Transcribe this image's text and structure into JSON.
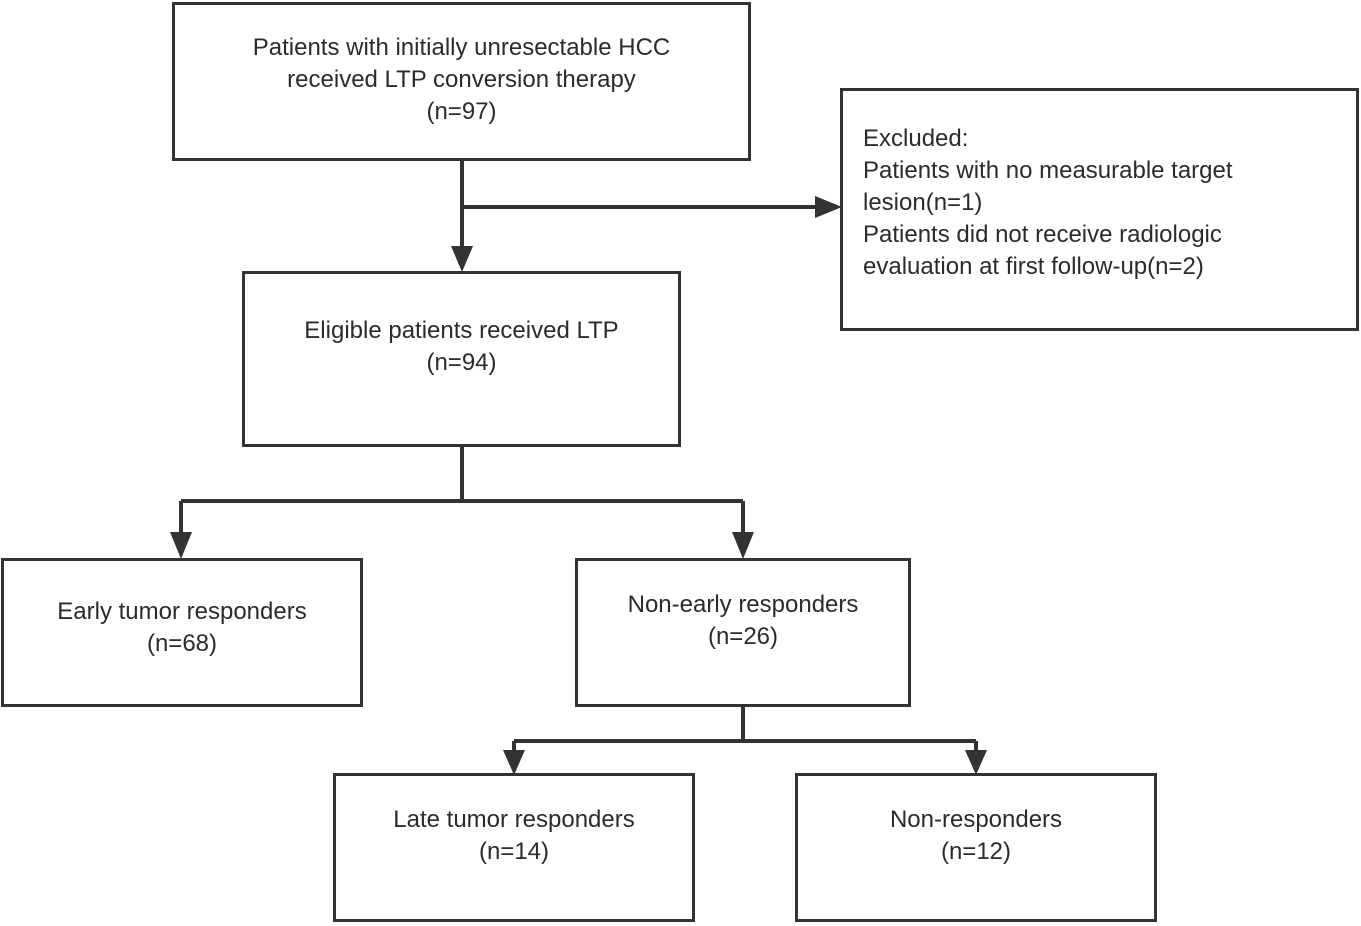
{
  "flowchart": {
    "initial": {
      "lines": [
        "Patients with initially unresectable HCC",
        "received LTP conversion therapy",
        "(n=97)"
      ]
    },
    "excluded": {
      "lines": [
        "Excluded:",
        "Patients with no measurable target",
        "lesion(n=1)",
        "Patients did not receive radiologic",
        "evaluation at first follow-up(n=2)"
      ]
    },
    "eligible": {
      "lines": [
        "Eligible patients received LTP",
        "(n=94)"
      ]
    },
    "early_responders": {
      "lines": [
        "Early tumor responders",
        "(n=68)"
      ]
    },
    "non_early_responders": {
      "lines": [
        "Non-early responders",
        "(n=26)"
      ]
    },
    "late_responders": {
      "lines": [
        "Late tumor responders",
        "(n=14)"
      ]
    },
    "non_responders": {
      "lines": [
        "Non-responders",
        "(n=12)"
      ]
    }
  },
  "colors": {
    "line": "#333333",
    "text": "#2b2b2b",
    "background": "#ffffff"
  }
}
